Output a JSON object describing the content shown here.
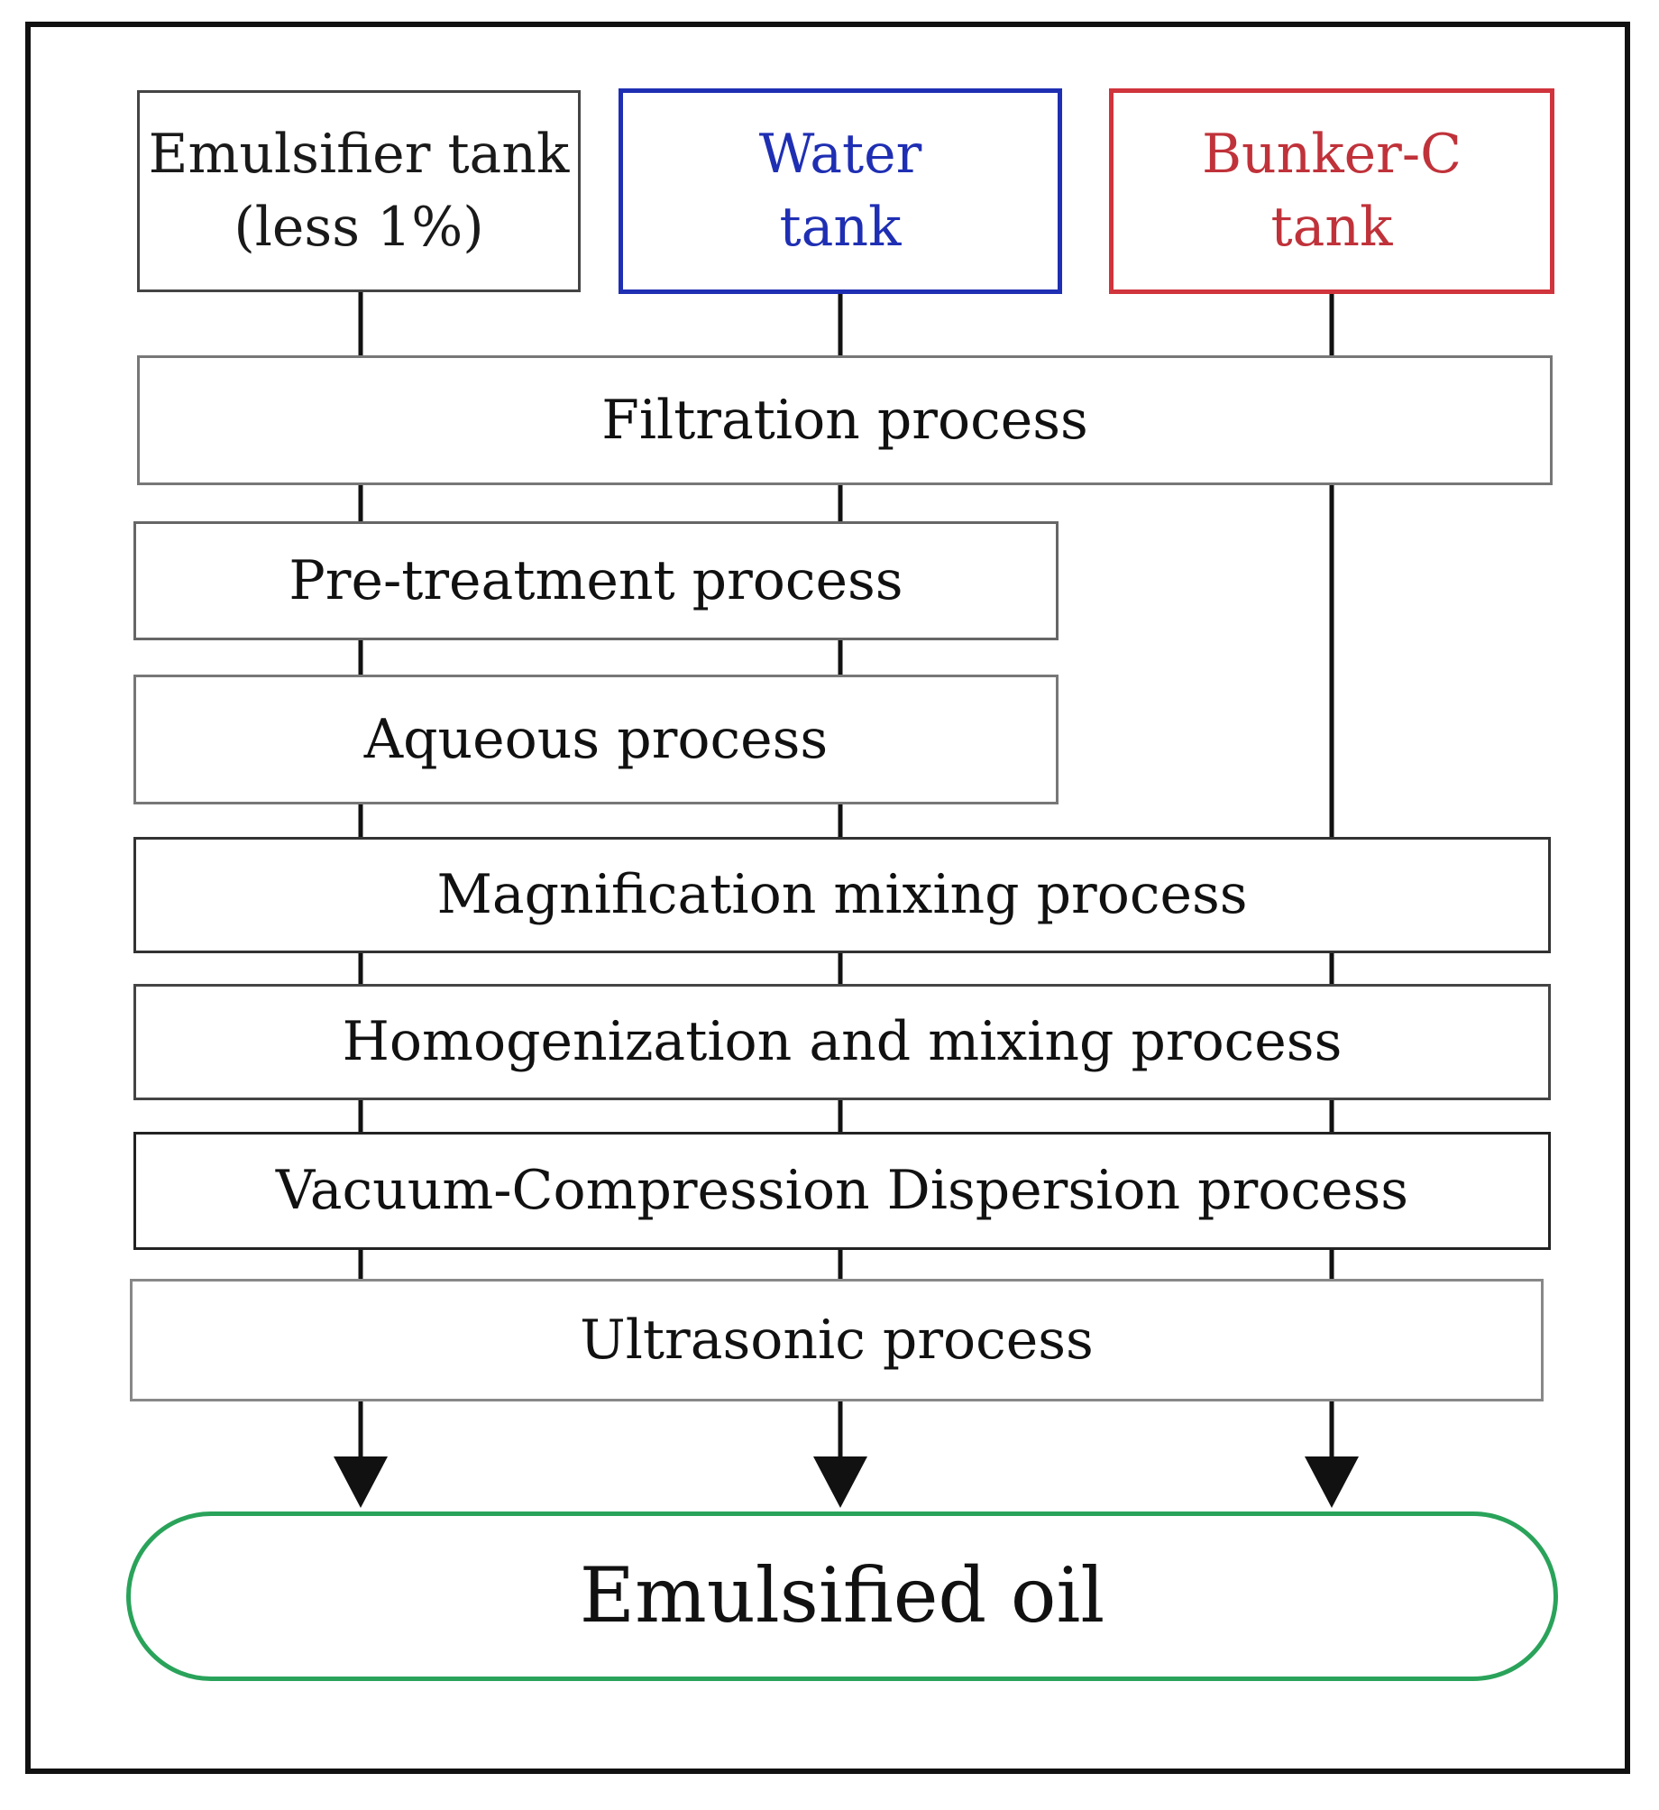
{
  "diagram": {
    "tanks": [
      {
        "id": "emulsifier",
        "lines": [
          "Emulsifier tank",
          "(less 1%)"
        ],
        "border_color": "#444444",
        "text_color": "#1a1a1a"
      },
      {
        "id": "water",
        "lines": [
          "Water",
          "tank"
        ],
        "border_color": "#1f2fb3",
        "text_color": "#1f2fb3"
      },
      {
        "id": "bunker",
        "lines": [
          "Bunker-C",
          "tank"
        ],
        "border_color": "#d0343c",
        "text_color": "#c0323a"
      }
    ],
    "processes": {
      "filtration": "Filtration process",
      "pretreatment": "Pre-treatment process",
      "aqueous": "Aqueous process",
      "magnification": "Magnification mixing process",
      "homogenization": "Homogenization and mixing process",
      "vacuum": "Vacuum-Compression Dispersion process",
      "ultrasonic": "Ultrasonic process"
    },
    "output": {
      "label": "Emulsified oil",
      "border_color": "#2aa35a"
    }
  }
}
